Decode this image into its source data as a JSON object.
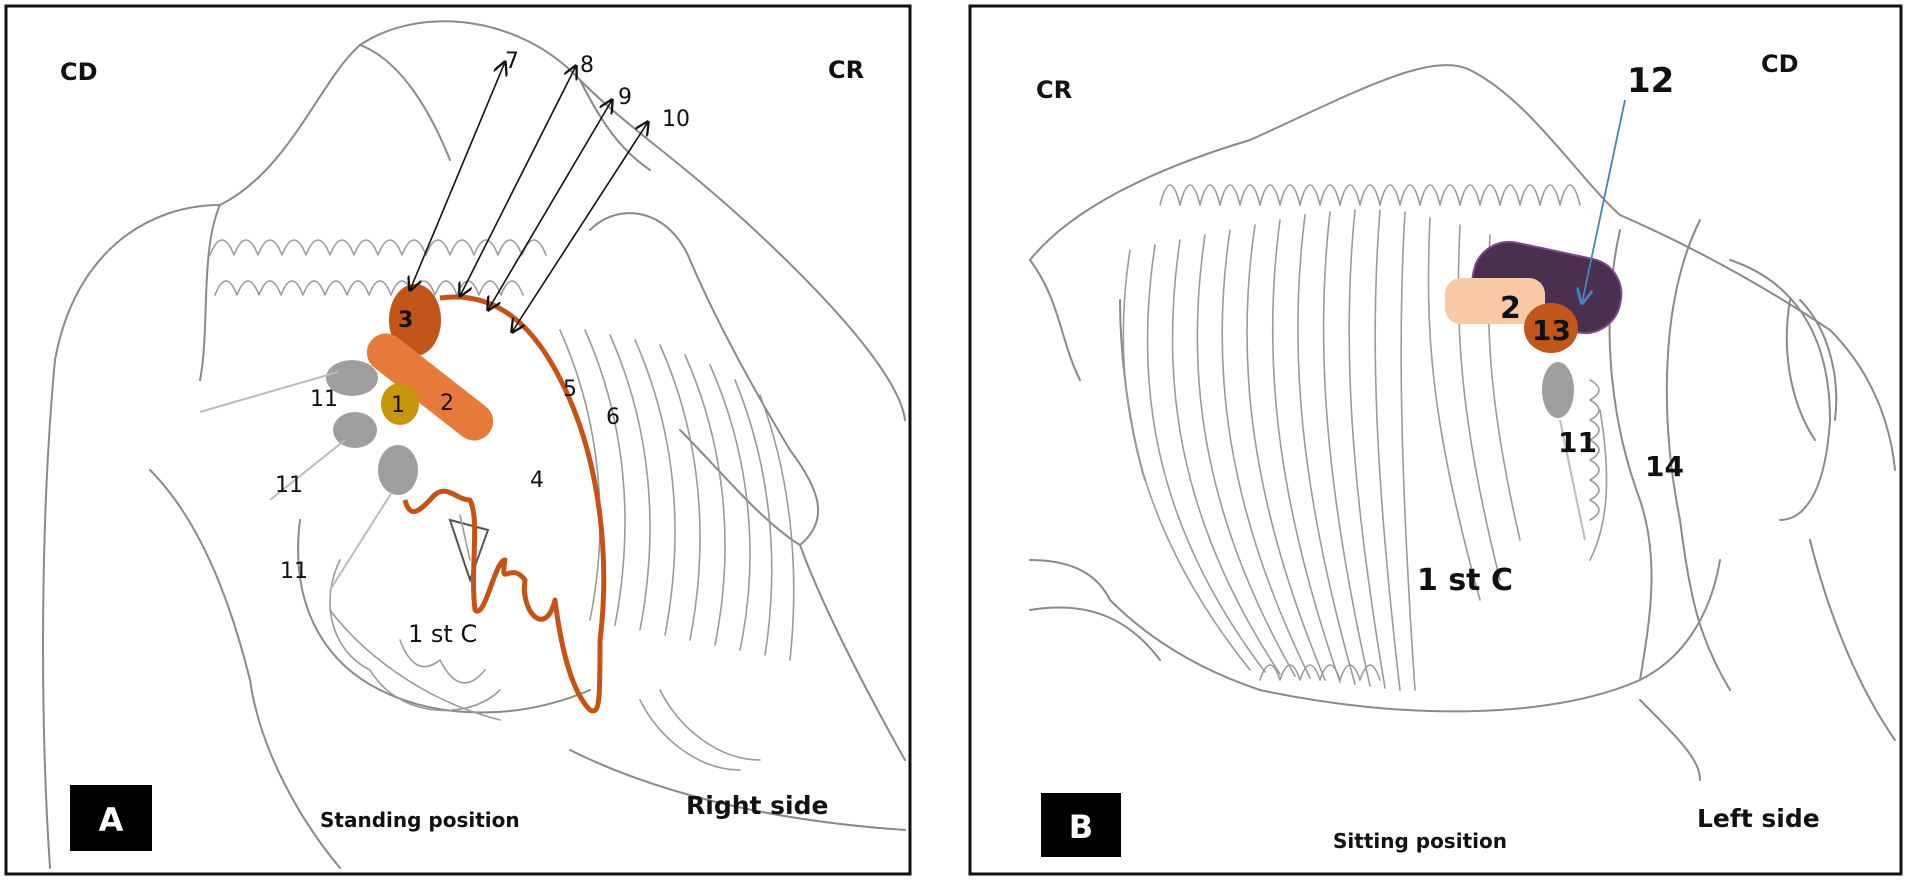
{
  "colors": {
    "dark_orange": "#c2561a",
    "mid_orange": "#e67a3a",
    "olive_gold": "#c8960c",
    "rust_outline": "#c55316",
    "peach": "#f8c9a4",
    "dark_purple": "#4b2f4e",
    "blue_arrow": "#4a7fc1",
    "panel_label_bg": "#000000"
  },
  "panelA": {
    "label": "A",
    "orientation_left": "CD",
    "orientation_right": "CR",
    "position_caption": "Standing position",
    "side_caption": "Right side",
    "region_label": "1 st C",
    "markers": {
      "m1": "1",
      "m2": "2",
      "m3": "3",
      "m4": "4",
      "m5": "5",
      "m6": "6",
      "m7": "7",
      "m8": "8",
      "m9": "9",
      "m10": "10",
      "m11a": "11",
      "m11b": "11",
      "m11c": "11"
    }
  },
  "panelB": {
    "label": "B",
    "orientation_left": "CR",
    "orientation_right": "CD",
    "position_caption": "Sitting position",
    "side_caption": "Left side",
    "region_label": "1 st C",
    "markers": {
      "m2": "2",
      "m11": "11",
      "m12": "12",
      "m13": "13",
      "m14": "14"
    }
  }
}
